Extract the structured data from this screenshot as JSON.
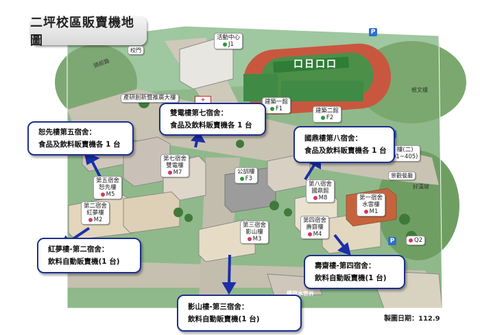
{
  "title": "二坪校區販賣機地圖",
  "date_label": "製圖日期：112.9",
  "callouts": {
    "enxian": {
      "line1": "恕先樓第五宿舍：",
      "line2": "食品及飲料販賣機各 1 台"
    },
    "shuangdian": {
      "line1": "雙電樓第七宿舍：",
      "line2": "食品及飲料販賣機各 1 台"
    },
    "guoding": {
      "line1": "國鼎樓第八宿舍：",
      "line2": "食品及飲料販賣機各 1 台"
    },
    "hongmeng": {
      "line1": "紅夢樓-第二宿舍：",
      "line2": "飲料自動販賣機(1 台)"
    },
    "yingshan": {
      "line1": "影山樓-第三宿舍：",
      "line2": "飲料自動販賣機(1 台)"
    },
    "shouchai": {
      "line1": "壽齋樓-第四宿舍：",
      "line2": "飲料自動販賣機(1 台)"
    }
  },
  "places": {
    "activity_center": {
      "name": "活動中心",
      "code": "J1"
    },
    "gate": {
      "name": "校門"
    },
    "innovation": {
      "name": "產研創新暨推廣大樓"
    },
    "b1": {
      "name": "建築一館",
      "code": "F1"
    },
    "b2": {
      "name": "建築二館",
      "code": "F2"
    },
    "dorm7": {
      "name1": "第七宿舍",
      "name2": "雙電樓",
      "code": "M7"
    },
    "dorm5": {
      "name1": "第五宿舍",
      "name2": "恕先樓",
      "code": "M5"
    },
    "dorm2": {
      "name1": "第二宿舍",
      "name2": "紅夢樓",
      "code": "M2"
    },
    "gongxun": {
      "name": "公訓樓",
      "code": "F3"
    },
    "dorm3": {
      "name1": "第三宿舍",
      "name2": "影山樓",
      "code": "M3"
    },
    "dorm8": {
      "name1": "第八宿舍",
      "name2": "國鼎館",
      "code": "M8"
    },
    "dorm4": {
      "name1": "第四宿舍",
      "name2": "壽齋樓",
      "code": "M4"
    },
    "dorm1": {
      "name1": "第一宿舍",
      "name2": "水雲樓",
      "code": "M1"
    },
    "q2": {
      "code": "Q2"
    },
    "restaurant": {
      "name": "景觀餐廳"
    },
    "haohan": {
      "name": "好漢坡"
    },
    "shuiwen": {
      "name": "根文樓"
    },
    "road": {
      "name": "頭前路"
    },
    "lotus": {
      "name": "鍾荷水世界"
    },
    "bldg2": {
      "name": "樓(二)",
      "sub": "01~405)"
    },
    "track_text": "口日口口",
    "parking": "P"
  }
}
